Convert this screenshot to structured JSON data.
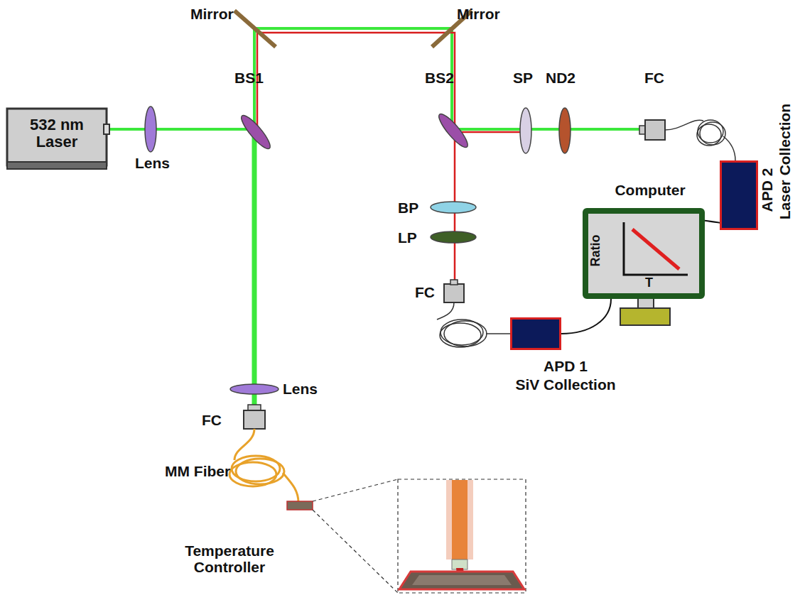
{
  "diagram": {
    "nodes": [
      {
        "text": [
          "532 nm Laser"
        ]
      },
      {
        "text": [
          "Computer",
          "Ratio",
          "T"
        ]
      },
      {
        "text": [
          "APD 1",
          "SiV Collection"
        ]
      },
      {
        "text": [
          "APD 2",
          "Laser Collection"
        ]
      }
    ],
    "edges": [
      {
        "from": 2,
        "to": 1,
        "arrow": "none"
      },
      {
        "from": 3,
        "to": 1,
        "arrow": "none"
      }
    ],
    "labels": [
      "Mirror",
      "Mirror",
      "Lens",
      "BS1",
      "BS2",
      "SP",
      "ND2",
      "FC",
      "BP",
      "LP",
      "FC",
      "Lens",
      "FC",
      "MM Fiber",
      "Temperature Controller"
    ]
  }
}
